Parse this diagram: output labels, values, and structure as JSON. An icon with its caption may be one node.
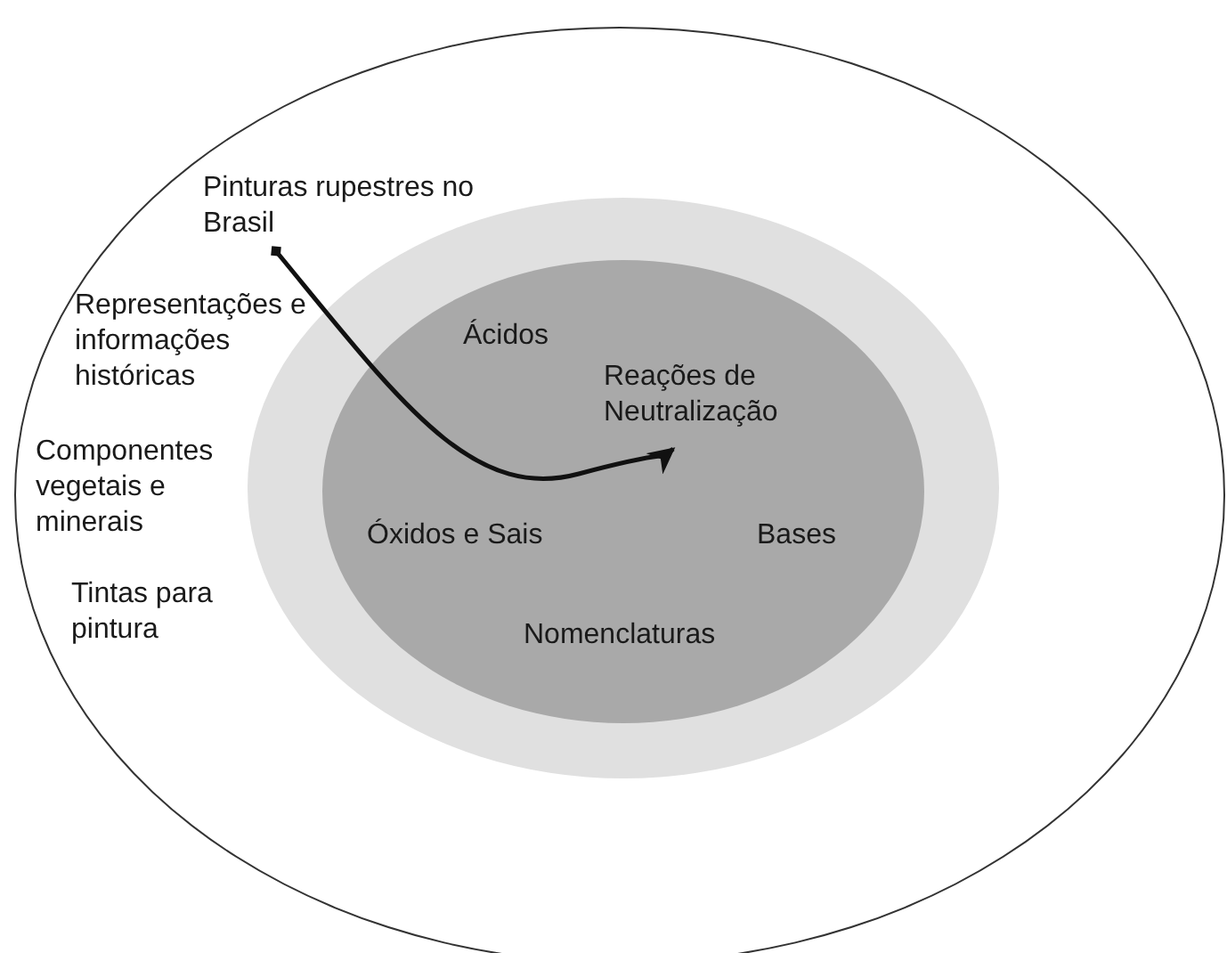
{
  "diagram": {
    "nodes": [
      {
        "text": [],
        "shape": "ellipse"
      },
      {
        "text": [],
        "shape": "ellipse",
        "in": 0
      },
      {
        "text": [],
        "shape": "ellipse",
        "in": 1
      },
      {
        "text": [
          "Pinturas rupestres no Brasil"
        ],
        "in": 0
      },
      {
        "text": [
          "Representações e informações históricas"
        ],
        "in": 0
      },
      {
        "text": [
          "Componentes vegetais e minerais"
        ],
        "in": 0
      },
      {
        "text": [
          "Tintas para pintura"
        ],
        "in": 0
      },
      {
        "text": [
          "Ácidos"
        ],
        "in": 2
      },
      {
        "text": [
          "Reações de Neutralização"
        ],
        "in": 2
      },
      {
        "text": [
          "Óxidos e Sais"
        ],
        "in": 2
      },
      {
        "text": [
          "Bases"
        ],
        "in": 2
      },
      {
        "text": [
          "Nomenclaturas"
        ],
        "in": 2
      }
    ],
    "edges": [
      {
        "from": 3,
        "to": 8,
        "arrow": "to"
      }
    ]
  }
}
